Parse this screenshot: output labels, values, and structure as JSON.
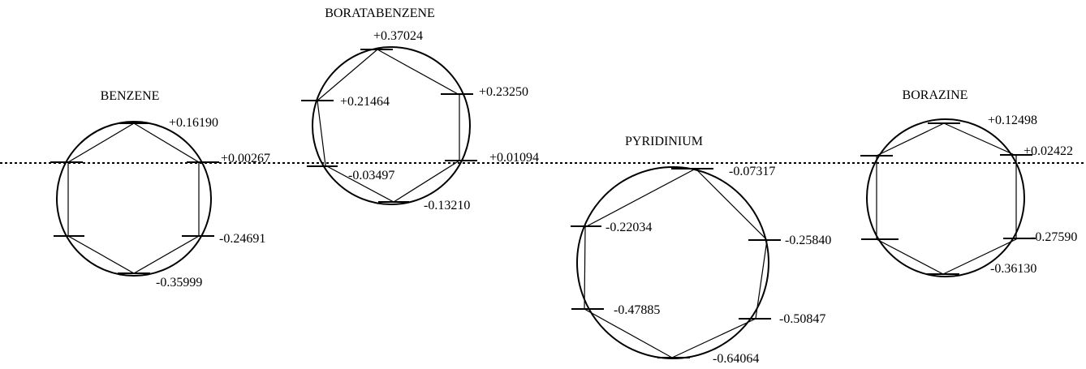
{
  "molecules": [
    {
      "name": "BENZENE",
      "levels": [
        "+0.16190",
        "+0.00267",
        "-0.24691",
        "-0.35999"
      ]
    },
    {
      "name": "BORATABENZENE",
      "levels": [
        "+0.37024",
        "+0.23250",
        "+0.21464",
        "+0.01094",
        "-0.03497",
        "-0.13210"
      ]
    },
    {
      "name": "PYRIDINIUM",
      "levels": [
        "-0.07317",
        "-0.22034",
        "-0.25840",
        "-0.47885",
        "-0.50847",
        "-0.64064"
      ]
    },
    {
      "name": "BORAZINE",
      "levels": [
        "+0.12498",
        "+0.02422",
        "-0.27590",
        "-0.36130"
      ]
    }
  ]
}
